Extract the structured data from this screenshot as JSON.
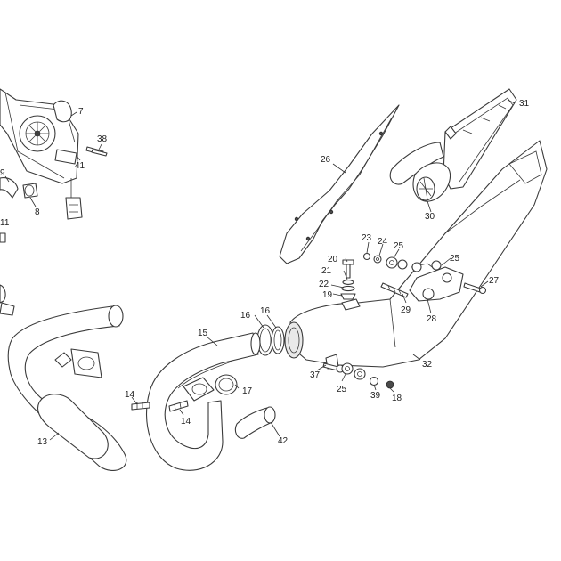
{
  "callouts": {
    "c7": "7",
    "c38": "38",
    "c41": "41",
    "c9": "9",
    "c8": "8",
    "c11": "11",
    "c31": "31",
    "c26": "26",
    "c30": "30",
    "c23": "23",
    "c24": "24",
    "c25a": "25",
    "c25b": "25",
    "c20": "20",
    "c21": "21",
    "c22": "22",
    "c19": "19",
    "c27": "27",
    "c29": "29",
    "c28": "28",
    "c16a": "16",
    "c16b": "16",
    "c15": "15",
    "c32": "32",
    "c37": "37",
    "c25c": "25",
    "c39": "39",
    "c18": "18",
    "c14a": "14",
    "c14b": "14",
    "c17": "17",
    "c13": "13",
    "c42": "42"
  }
}
